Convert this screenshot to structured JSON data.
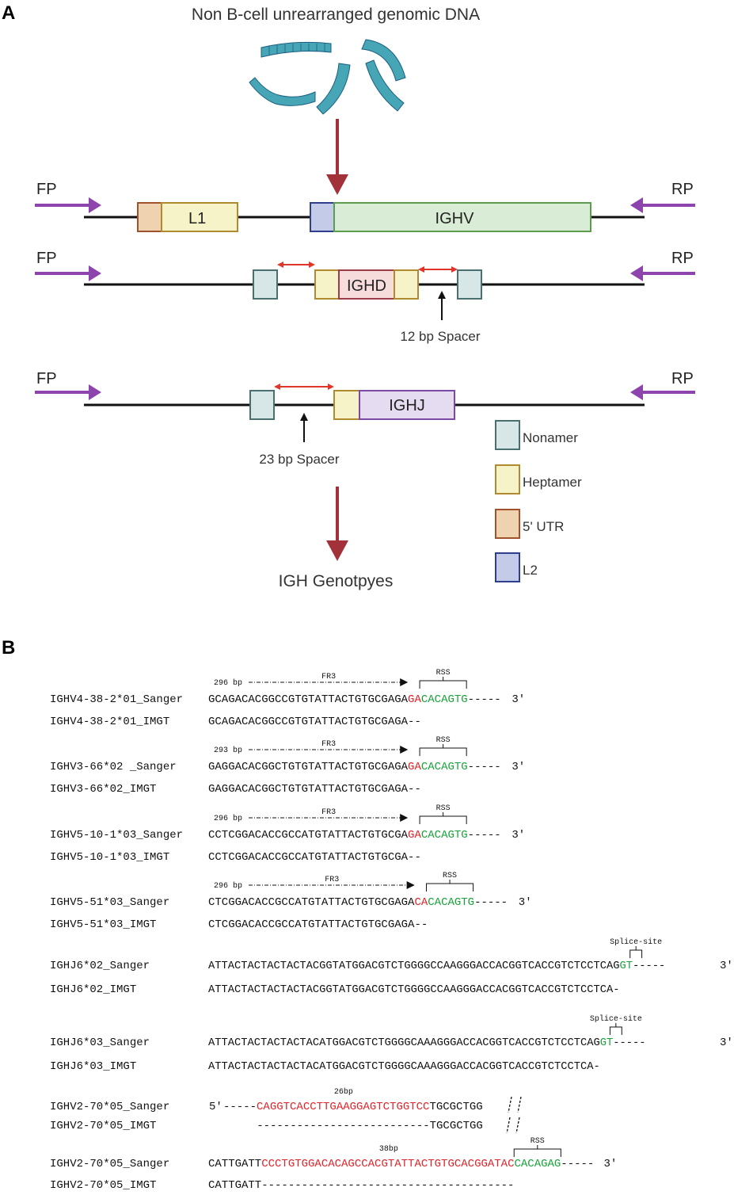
{
  "panel_a": {
    "label": "A",
    "title": "Non B-cell unrearranged genomic DNA",
    "primer_forward": "FP",
    "primer_reverse": "RP",
    "boxes": {
      "l1": "L1",
      "ighv": "IGHV",
      "ighd": "IGHD",
      "ighj": "IGHJ"
    },
    "spacer_12": "12 bp Spacer",
    "spacer_23": "23 bp Spacer",
    "output": "IGH Genotpyes",
    "legend": [
      {
        "label": "Nonamer",
        "color": "#d7e6e6",
        "border": "#4a6f6f"
      },
      {
        "label": "Heptamer",
        "color": "#f7f3c8",
        "border": "#b08a2e"
      },
      {
        "label": "5' UTR",
        "color": "#efd3b0",
        "border": "#a0522d"
      },
      {
        "label": "L2",
        "color": "#c4cbe9",
        "border": "#2f3d8f"
      }
    ],
    "colors": {
      "primer": "#8e44ad",
      "arrow": "#a3313a",
      "spacer_arrow": "#e0352b",
      "ighv": "#d9ecd6",
      "ighv_border": "#5c9c4c",
      "ighd": "#f7dcdc",
      "ighd_border": "#9c3b4a",
      "ighj": "#e6dcf2",
      "ighj_border": "#7b4aa6"
    }
  },
  "panel_b": {
    "label": "B",
    "fr3": "FR3",
    "rss": "RSS",
    "splice": "Splice-site",
    "bp26": "26bp",
    "bp38": "38bp",
    "three_prime": "3′",
    "five_prime": "5′",
    "colors": {
      "red": "#e0242b",
      "green": "#18a33a"
    },
    "groups": [
      {
        "len": "296 bp",
        "sanger": {
          "name": "IGHV4-38-2*01_Sanger",
          "black": "GCAGACACGGCCGTGTATTACTGTGCGAGA",
          "red": "GA",
          "green": "CACAGTG",
          "tail": "-----"
        },
        "imgt": {
          "name": "IGHV4-38-2*01_IMGT",
          "seq": "GCAGACACGGCCGTGTATTACTGTGCGAGA--"
        }
      },
      {
        "len": "293 bp",
        "sanger": {
          "name": "IGHV3-66*02 _Sanger",
          "black": "GAGGACACGGCTGTGTATTACTGTGCGAGA",
          "red": "GA",
          "green": "CACAGTG",
          "tail": "-----"
        },
        "imgt": {
          "name": "IGHV3-66*02_IMGT",
          "seq": "GAGGACACGGCTGTGTATTACTGTGCGAGA--"
        }
      },
      {
        "len": "296 bp",
        "sanger": {
          "name": "IGHV5-10-1*03_Sanger",
          "black": "CCTCGGACACCGCCATGTATTACTGTGCGA",
          "red": "GA",
          "green": "CACAGTG",
          "tail": "-----"
        },
        "imgt": {
          "name": "IGHV5-10-1*03_IMGT",
          "seq": "CCTCGGACACCGCCATGTATTACTGTGCGA--"
        }
      },
      {
        "len": "296 bp",
        "sanger": {
          "name": "IGHV5-51*03_Sanger",
          "black": "CTCGGACACCGCCATGTATTACTGTGCGAGA",
          "red": "CA",
          "green": "CACAGTG",
          "tail": "-----"
        },
        "imgt": {
          "name": "IGHV5-51*03_IMGT",
          "seq": "CTCGGACACCGCCATGTATTACTGTGCGAGA--"
        }
      }
    ],
    "j_groups": [
      {
        "sanger": {
          "name": "IGHJ6*02_Sanger",
          "black": "ATTACTACTACTACTACGGTATGGACGTCTGGGGCCAAGGGACCACGGTCACCGTCTCCTCAG",
          "green": "GT",
          "tail": "-----"
        },
        "imgt": {
          "name": "IGHJ6*02_IMGT",
          "seq": "ATTACTACTACTACTACGGTATGGACGTCTGGGGCCAAGGGACCACGGTCACCGTCTCCTCA-"
        }
      },
      {
        "sanger": {
          "name": "IGHJ6*03_Sanger",
          "black": "ATTACTACTACTACTACATGGACGTCTGGGGCAAAGGGACCACGGTCACCGTCTCCTCAG",
          "green": "GT",
          "tail": "-----"
        },
        "imgt": {
          "name": "IGHJ6*03_IMGT",
          "seq": "ATTACTACTACTACTACATGGACGTCTGGGGCAAAGGGACCACGGTCACCGTCTCCTCA-"
        }
      }
    ],
    "v270_a": {
      "sanger": {
        "name": "IGHV2-70*05_Sanger",
        "dashes": "-----",
        "red": "CAGGTCACCTTGAAGGAGTCTGGTCC",
        "black": "TGCGCTGG"
      },
      "imgt": {
        "name": "IGHV2-70*05_IMGT",
        "seq": "--------------------------TGCGCTGG"
      }
    },
    "v270_b": {
      "sanger": {
        "name": "IGHV2-70*05_Sanger",
        "black": "CATTGATT",
        "red": "CCCTGTGGACACAGCCACGTATTACTGTGCACGGATAC",
        "green": "CACAGAG",
        "tail": "-----"
      },
      "imgt": {
        "name": "IGHV2-70*05_IMGT",
        "seq": "CATTGATT--------------------------------------"
      }
    }
  }
}
